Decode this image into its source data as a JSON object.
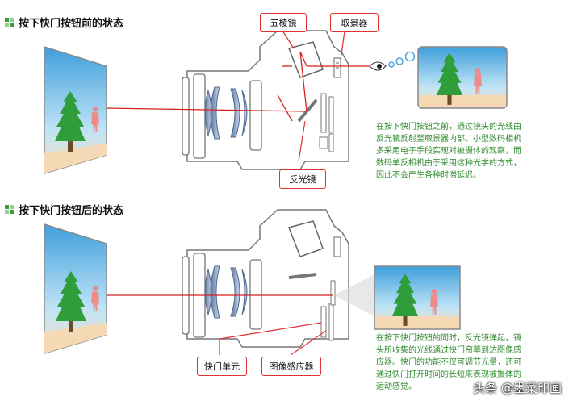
{
  "section_before": {
    "title": "按下快门按钮前的状态"
  },
  "section_after": {
    "title": "按下快门按钮后的状态"
  },
  "labels": {
    "pentaprism": "五棱镜",
    "viewfinder": "取景器",
    "reflex_mirror": "反光镜",
    "shutter_unit": "快门单元",
    "image_sensor": "图像感应器"
  },
  "desc_before": [
    "在按下快门按钮之前，通过镜头的光线由",
    "反光镜反射至取景器内部。小型数码相机",
    "多采用电子手段实现对被摄体的观察，而",
    "数码单反相机由于采用这种光学的方式，",
    "因此不会产生各种时滞延迟。"
  ],
  "desc_after": [
    "在按下快门按钮的同时，反光镜弹起，镜",
    "头所收集的光线通过快门帘幕到达图像感",
    "应器。快门的功能不仅可调节光量，还可",
    "通过快门打开时间的长短来表现被摄体的",
    "运动感觉。"
  ],
  "watermark": "头条 @墨菜印画",
  "colors": {
    "ray": "#d42020",
    "lens": "#7f95b5",
    "label_border": "#d33333",
    "desc_text": "#2e8b2e",
    "sky": "#4aa8e0",
    "ground": "#f5d9b5",
    "tree": "#2f9e3a"
  }
}
